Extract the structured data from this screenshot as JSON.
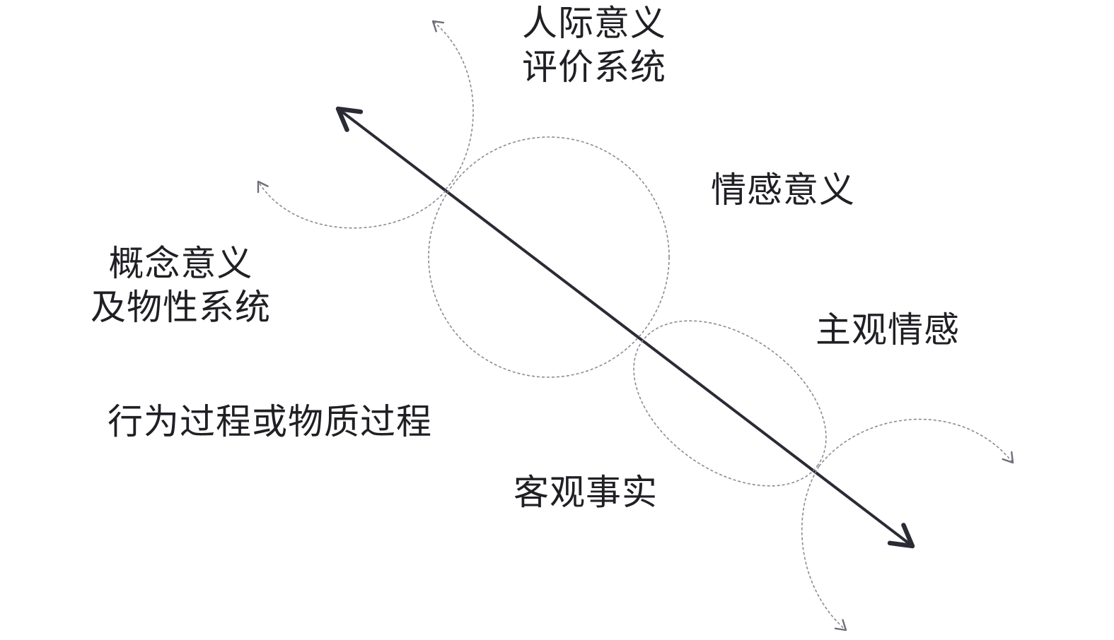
{
  "labels": {
    "interpersonal": {
      "line1": "人际意义",
      "line2": "评价系统"
    },
    "emotional_meaning": "情感意义",
    "conceptual": {
      "line1": "概念意义",
      "line2": "及物性系统"
    },
    "subjective_emotion": "主观情感",
    "process": "行为过程或物质过程",
    "objective_fact": "客观事实"
  },
  "colors": {
    "axis": "#2b2b35",
    "dashed": "#8a8a92",
    "text": "#1f1f24",
    "background": "#ffffff"
  }
}
